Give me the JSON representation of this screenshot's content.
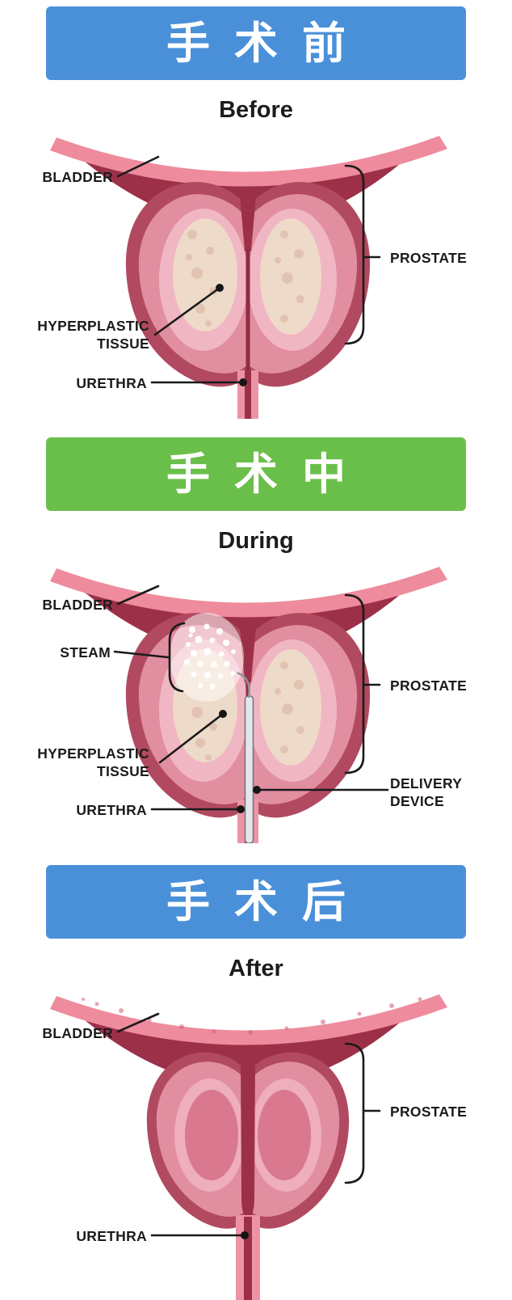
{
  "panels": [
    {
      "id": "before",
      "banner": {
        "text": "手术前",
        "color": "#4a90d9"
      },
      "heading": "Before",
      "labels": {
        "bladder": "BLADDER",
        "hyperplastic_line1": "HYPERPLASTIC",
        "hyperplastic_line2": "TISSUE",
        "urethra": "URETHRA",
        "prostate": "PROSTATE"
      }
    },
    {
      "id": "during",
      "banner": {
        "text": "手术中",
        "color": "#6abf4b"
      },
      "heading": "During",
      "labels": {
        "bladder": "BLADDER",
        "steam": "STEAM",
        "hyperplastic_line1": "HYPERPLASTIC",
        "hyperplastic_line2": "TISSUE",
        "urethra": "URETHRA",
        "prostate": "PROSTATE",
        "delivery_line1": "DELIVERY",
        "delivery_line2": "DEVICE"
      }
    },
    {
      "id": "after",
      "banner": {
        "text": "手术后",
        "color": "#4a90d9"
      },
      "heading": "After",
      "labels": {
        "bladder": "BLADDER",
        "urethra": "URETHRA",
        "prostate": "PROSTATE"
      }
    }
  ],
  "colors": {
    "banner_blue": "#4a90d9",
    "banner_green": "#6abf4b",
    "bladder_wall_pink": "#ee8b9c",
    "bladder_interior_maroon": "#9d3049",
    "prostate_outer_rose": "#b14a60",
    "prostate_mid_pink": "#e28ea1",
    "prostate_light_pink": "#f1b6c3",
    "hyperplastic_cream": "#eedac8",
    "urethra_dark_red": "#8e2c43",
    "steam_white": "#ffffff",
    "device_gray": "#e3e7ea",
    "label_text": "#1a1a1a"
  }
}
